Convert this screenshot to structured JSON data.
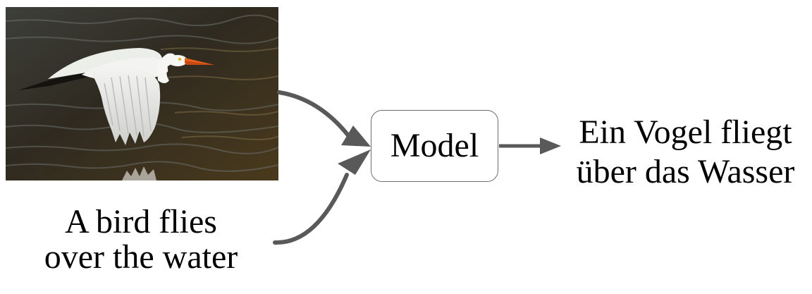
{
  "diagram": {
    "model": {
      "label": "Model"
    },
    "source_caption": {
      "lines": [
        "A bird flies",
        "over the water"
      ]
    },
    "target_caption": {
      "lines": [
        "Ein Vogel fliegt",
        "über das Wasser"
      ]
    }
  },
  "colors": {
    "arrow": "#595959",
    "box_border": "#6e6e6e",
    "text": "#000000",
    "background": "#ffffff"
  },
  "image": {
    "icon": "heron-photo-icon"
  }
}
